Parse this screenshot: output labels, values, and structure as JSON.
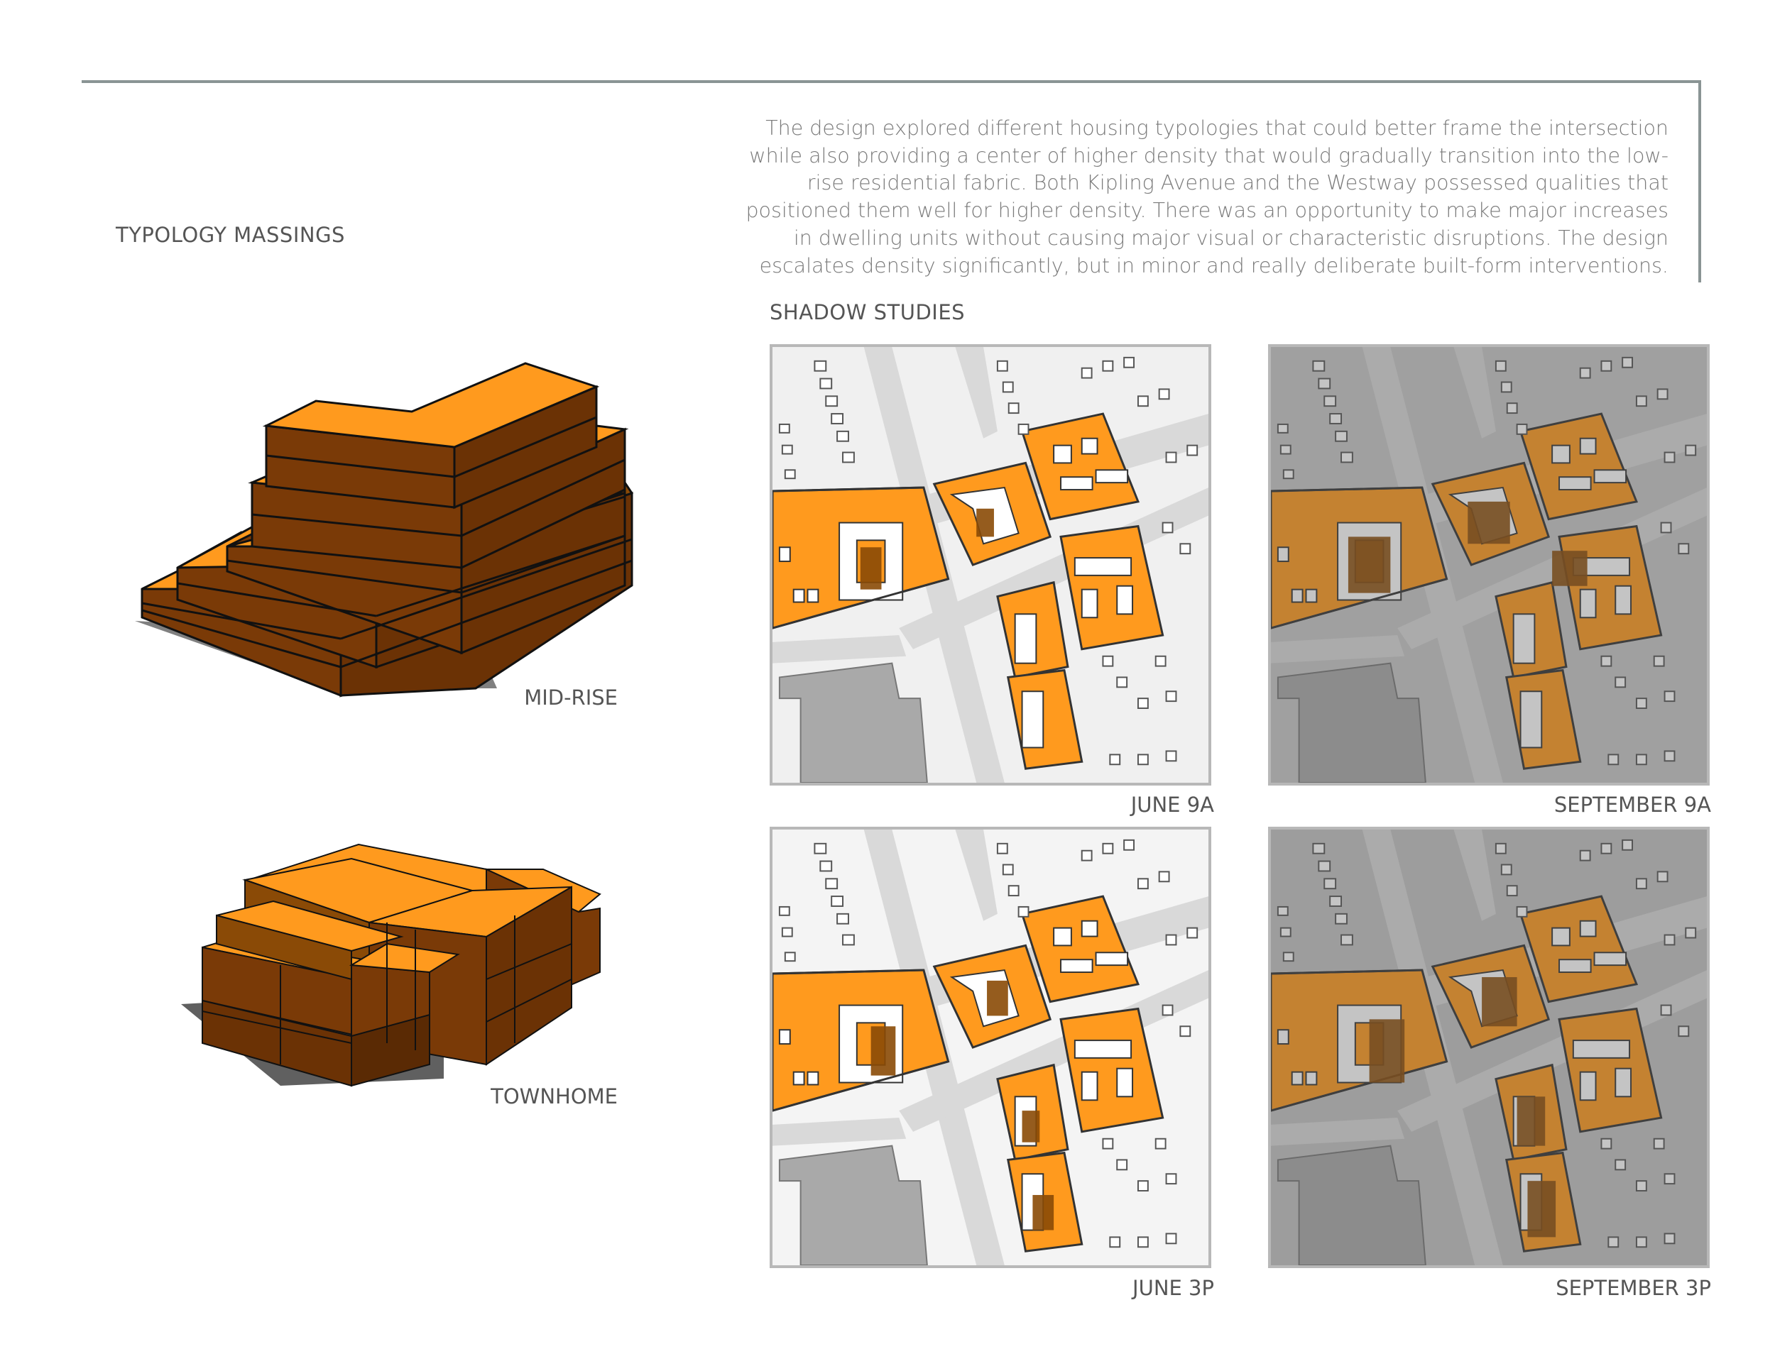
{
  "intro_text": "The design explored different housing typologies that could better frame the intersection while also providing a center of higher density that would gradually transition into the low-rise residential fabric. Both Kipling Avenue and the Westway possessed qualities that positioned them well for higher density. There was an opportunity to make major increases in dwelling units without causing major visual or characteristic disruptions. The design escalates density significantly, but in minor and really deliberate built-form interventions.",
  "typology": {
    "heading": "TYPOLOGY MASSINGS",
    "items": [
      {
        "label": "MID-RISE"
      },
      {
        "label": "TOWNHOME"
      }
    ]
  },
  "shadow": {
    "heading": "SHADOW STUDIES",
    "studies": [
      {
        "label": "JUNE 9A",
        "background": "#f0f0f0"
      },
      {
        "label": "SEPTEMBER 9A",
        "background": "#c8c8c8"
      },
      {
        "label": "JUNE 3P",
        "background": "#f4f4f4"
      },
      {
        "label": "SEPTEMBER 3P",
        "background": "#c4c4c4"
      }
    ]
  },
  "colors": {
    "orange": "#ff9a1e",
    "dark_orange": "#7a3a07",
    "shadow_brown": "#8a4a06",
    "road": "#d9d9d9",
    "building_grey": "#a9a9a9",
    "rule": "#8a9494"
  }
}
